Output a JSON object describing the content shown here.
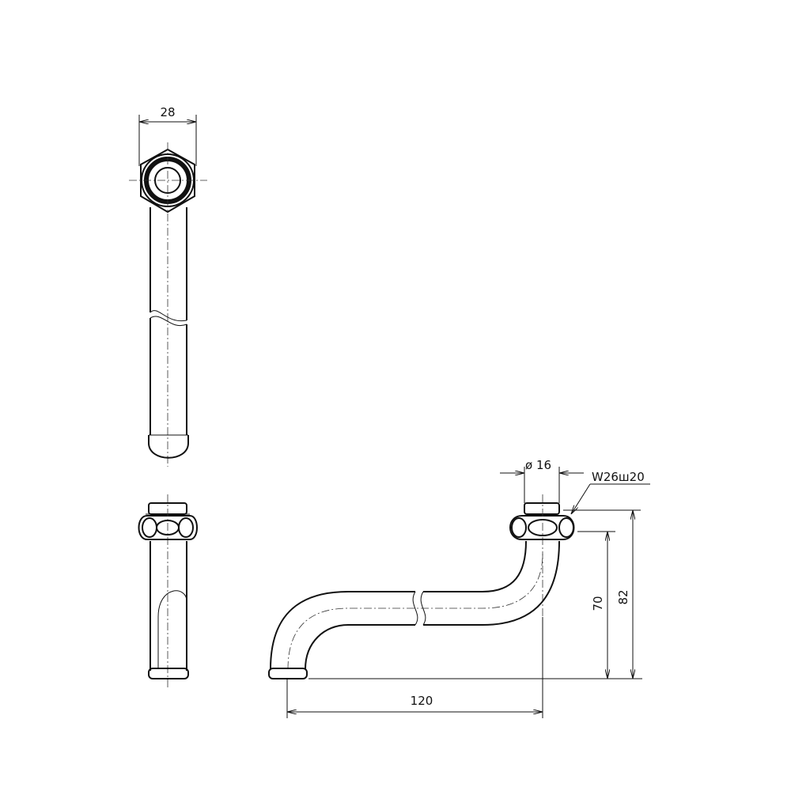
{
  "drawing": {
    "title": "S-bend spout pipe technical drawing",
    "dimensions": {
      "hex_width": "28",
      "pipe_diameter": "ø 16",
      "thread": "W26ш20",
      "length": "120",
      "height_to_nut": "70",
      "total_height": "82"
    },
    "colors": {
      "line": "#111111",
      "background": "#ffffff"
    }
  }
}
